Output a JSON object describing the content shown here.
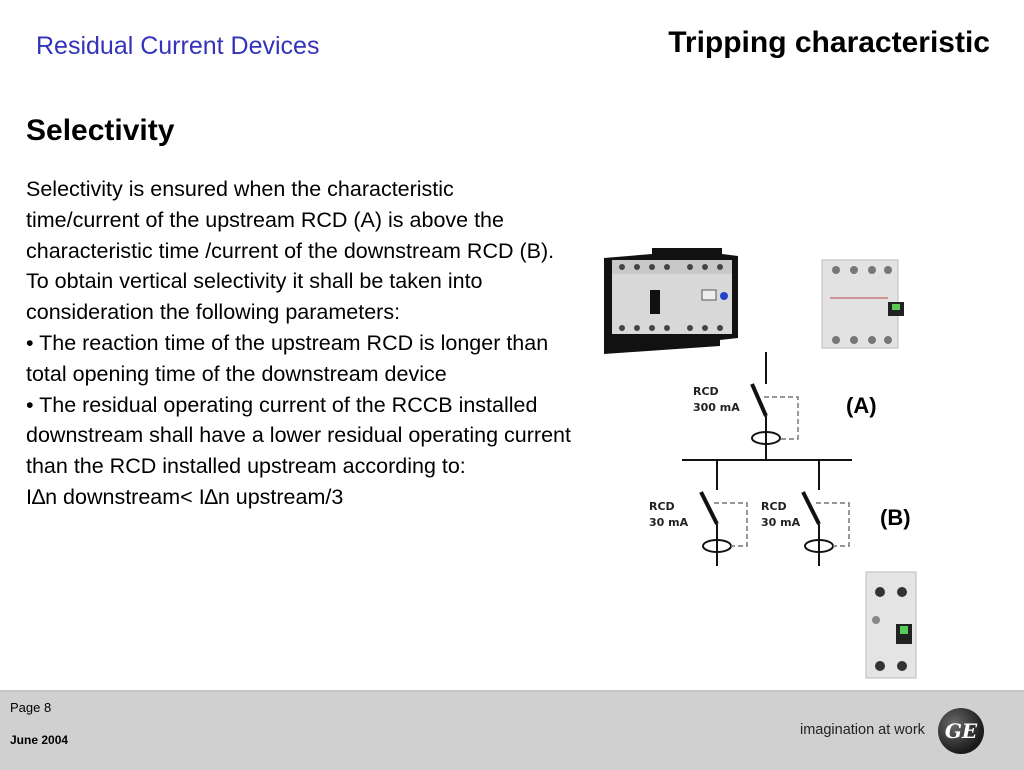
{
  "header": {
    "subtitle": "Residual Current Devices",
    "title": "Tripping characteristic"
  },
  "main": {
    "heading": "Selectivity",
    "paragraphs": [
      "Selectivity is ensured when the characteristic time/current of the upstream RCD  (A) is above the characteristic time /current of the downstream RCD (B). To obtain vertical selectivity it shall be taken into consideration the following parameters:",
      "• The reaction time of the upstream RCD is longer than total opening time of the downstream device",
      "• The residual operating current of the RCCB installed downstream shall have a lower residual operating current than the RCD installed upstream according to:",
      "I∆n downstream< I∆n upstream/3"
    ]
  },
  "diagram": {
    "upstream": {
      "line1": "RCD",
      "line2": "300 mA",
      "tag": "(A)"
    },
    "downstream": [
      {
        "line1": "RCD",
        "line2": "30 mA"
      },
      {
        "line1": "RCD",
        "line2": "30 mA"
      }
    ],
    "downstream_tag": "(B)"
  },
  "footer": {
    "page": "Page 8",
    "date": "June 2004",
    "slogan": "imagination at work",
    "logo": "GE"
  }
}
